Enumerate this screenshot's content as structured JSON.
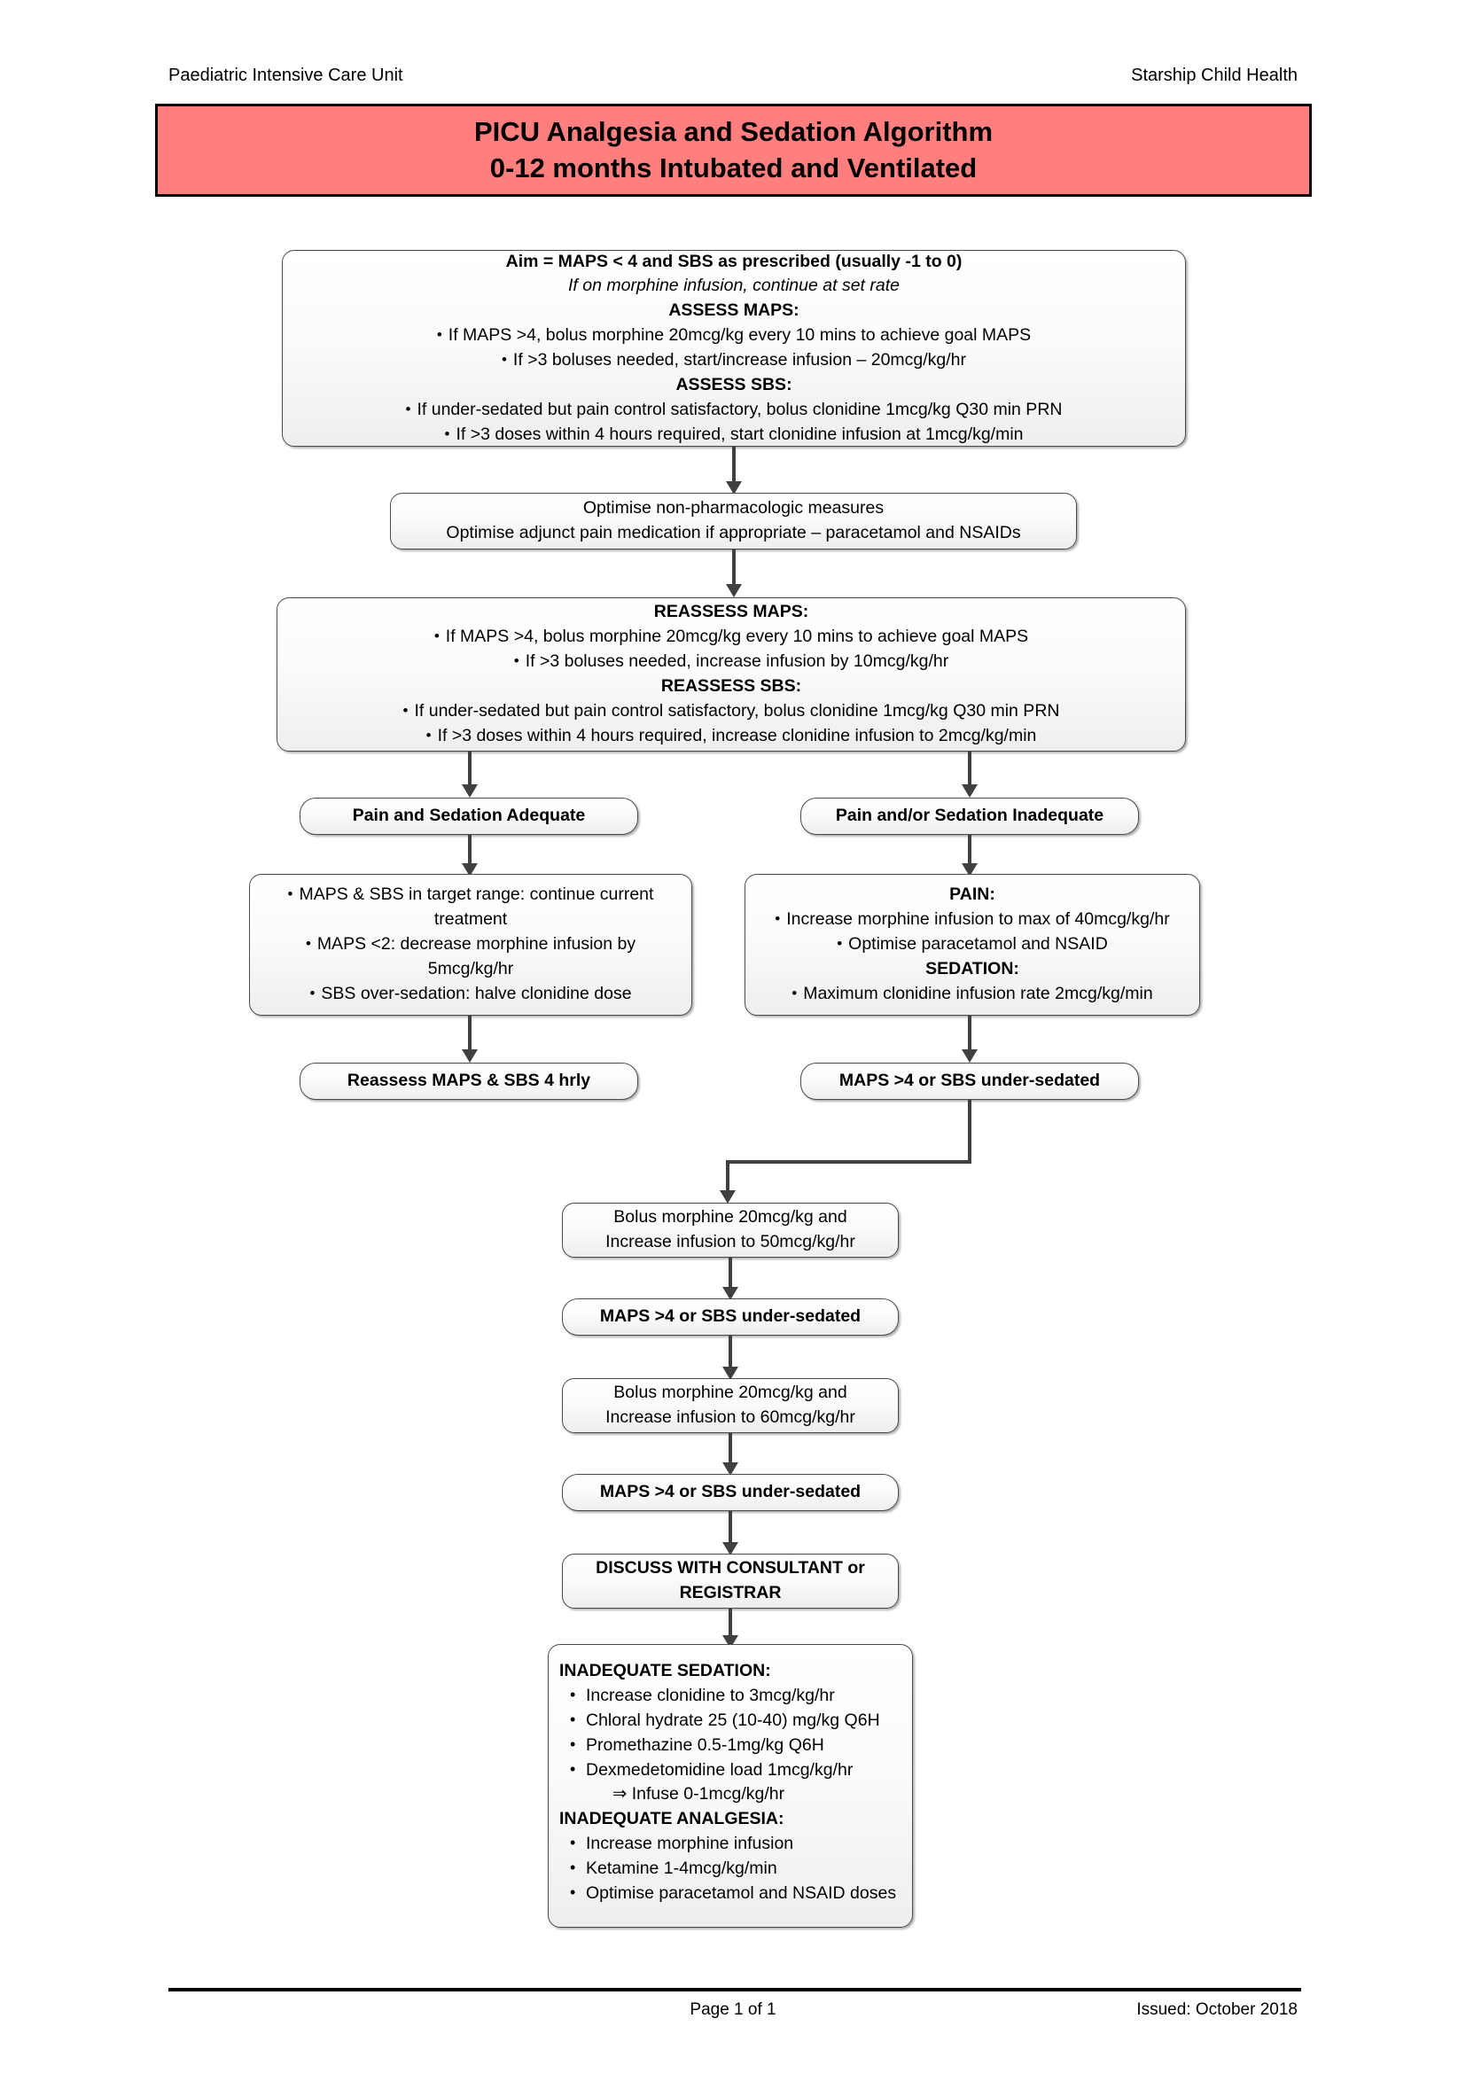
{
  "header": {
    "left": "Paediatric Intensive Care Unit",
    "right": "Starship Child Health"
  },
  "banner": {
    "line1": "PICU Analgesia and Sedation Algorithm",
    "line2": "0-12 months Intubated and Ventilated",
    "background_color": "#ff7f7f"
  },
  "nodes": {
    "assess": {
      "title": "Aim = MAPS < 4 and SBS as prescribed (usually -1 to 0)",
      "subtitle": "If on morphine infusion, continue at set rate",
      "maps_heading": "ASSESS MAPS:",
      "maps_b1": "If MAPS >4, bolus morphine 20mcg/kg every 10 mins to achieve goal MAPS",
      "maps_b2": "If >3 boluses needed, start/increase infusion – 20mcg/kg/hr",
      "sbs_heading": "ASSESS SBS:",
      "sbs_b1": "If under-sedated but pain control satisfactory, bolus clonidine 1mcg/kg Q30 min PRN",
      "sbs_b2": "If >3 doses within 4 hours required, start clonidine infusion at 1mcg/kg/min"
    },
    "optimise": {
      "line1": "Optimise non-pharmacologic measures",
      "line2": "Optimise adjunct pain medication if appropriate – paracetamol and NSAIDs"
    },
    "reassess": {
      "maps_heading": "REASSESS MAPS:",
      "maps_b1": "If MAPS >4, bolus morphine 20mcg/kg every 10 mins to achieve goal MAPS",
      "maps_b2": "If >3 boluses needed, increase infusion by 10mcg/kg/hr",
      "sbs_heading": "REASSESS SBS:",
      "sbs_b1": "If under-sedated but pain control satisfactory, bolus clonidine 1mcg/kg Q30 min PRN",
      "sbs_b2": "If >3 doses within 4 hours required, increase clonidine infusion to 2mcg/kg/min"
    },
    "adequate_label": "Pain and Sedation Adequate",
    "inadequate_label": "Pain and/or Sedation Inadequate",
    "adequate_detail": {
      "b1": "MAPS & SBS in target range: continue current treatment",
      "b2": "MAPS <2: decrease morphine infusion by 5mcg/kg/hr",
      "b3": "SBS over-sedation: halve clonidine dose"
    },
    "inadequate_detail": {
      "pain_heading": "PAIN:",
      "pain_b1": "Increase morphine infusion to max of 40mcg/kg/hr",
      "pain_b2": "Optimise paracetamol and NSAID",
      "sedation_heading": "SEDATION:",
      "sedation_b1": "Maximum clonidine infusion rate 2mcg/kg/min"
    },
    "reassess_4hrly": "Reassess MAPS & SBS 4 hrly",
    "undersedated_1": "MAPS >4 or SBS under-sedated",
    "bolus_50": {
      "line1": "Bolus morphine 20mcg/kg and",
      "line2": "Increase infusion to 50mcg/kg/hr"
    },
    "undersedated_2": "MAPS >4 or SBS under-sedated",
    "bolus_60": {
      "line1": "Bolus morphine 20mcg/kg and",
      "line2": "Increase infusion to 60mcg/kg/hr"
    },
    "undersedated_3": "MAPS >4 or SBS under-sedated",
    "discuss": {
      "line1": "DISCUSS WITH CONSULTANT or",
      "line2": "REGISTRAR"
    },
    "final": {
      "sedation_heading": "INADEQUATE SEDATION:",
      "sedation_b1": "Increase clonidine to 3mcg/kg/hr",
      "sedation_b2": "Chloral hydrate 25 (10-40) mg/kg Q6H",
      "sedation_b3": "Promethazine 0.5-1mg/kg Q6H",
      "sedation_b4": "Dexmedetomidine load 1mcg/kg/hr",
      "sedation_b4_sub": "⇒  Infuse 0-1mcg/kg/hr",
      "analgesia_heading": "INADEQUATE ANALGESIA:",
      "analgesia_b1": "Increase morphine infusion",
      "analgesia_b2": "Ketamine 1-4mcg/kg/min",
      "analgesia_b3": "Optimise paracetamol and NSAID doses"
    }
  },
  "footer": {
    "page": "Page 1 of 1",
    "issued": "Issued: October 2018"
  }
}
